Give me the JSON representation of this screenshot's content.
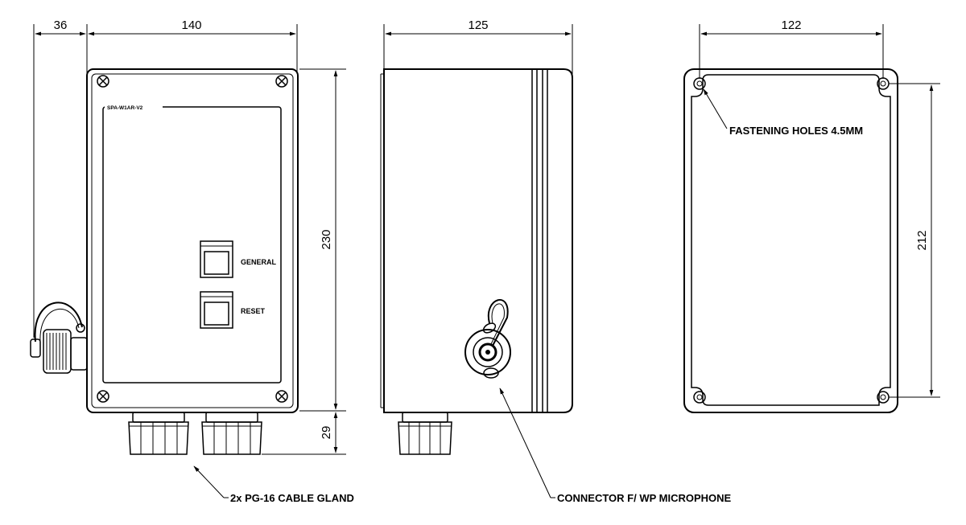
{
  "front_view": {
    "dim_width": "140",
    "dim_connector": "36",
    "dim_height": "230",
    "dim_gland": "29",
    "panel_label": "SPA-W1AR-V2",
    "buttons": [
      {
        "label": "GENERAL"
      },
      {
        "label": "RESET"
      }
    ],
    "gland_note": "2x PG-16 CABLE GLAND"
  },
  "side_view": {
    "dim_depth": "125",
    "connector_note": "CONNECTOR F/ WP MICROPHONE"
  },
  "back_view": {
    "dim_hole_spacing_w": "122",
    "dim_hole_spacing_h": "212",
    "holes_note": "FASTENING HOLES 4.5MM"
  },
  "colors": {
    "line": "#000000",
    "background": "#ffffff"
  }
}
